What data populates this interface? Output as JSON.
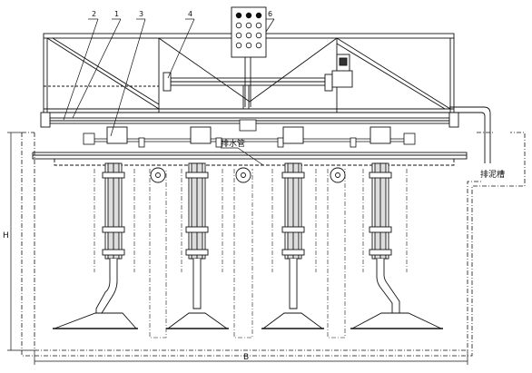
{
  "callouts": [
    "1",
    "2",
    "3",
    "4",
    "6"
  ],
  "labels": {
    "drain_pipe": "排水管",
    "sludge_trough": "排泥槽"
  },
  "dimensions": {
    "height": "H",
    "width": "B"
  },
  "control_panel": {
    "button_count": 12
  },
  "colors": {
    "line": "#111111",
    "background": "#ffffff"
  }
}
